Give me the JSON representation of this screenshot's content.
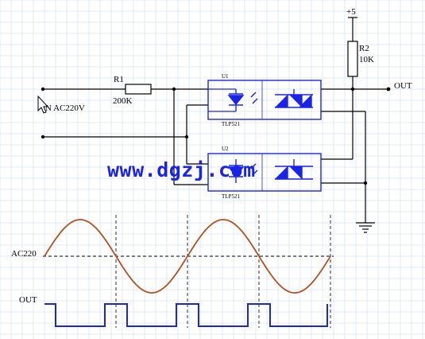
{
  "labels": {
    "supply": "+5",
    "r1_name": "R1",
    "r1_value": "200K",
    "r2_name": "R2",
    "r2_value": "10K",
    "input": "N  AC220V",
    "output": "OUT",
    "u1": "U1",
    "u2": "U2",
    "u1_part": "TLP521",
    "u2_part": "TLP521",
    "wave_ac": "AC220",
    "wave_out": "OUT"
  },
  "watermark": "www.dgzj.com",
  "colors": {
    "wire": "#000000",
    "opto_body": "#1a24e8",
    "sine": "#b5501e",
    "watermark": "#1a24e8",
    "grid": "#c5d6f0"
  }
}
